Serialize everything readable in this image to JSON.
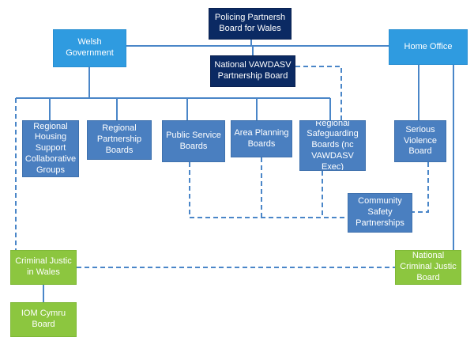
{
  "colors": {
    "navy": "#0b2a63",
    "sky_blue": "#2f9be0",
    "steel_blue": "#4a7fc0",
    "green": "#8cc63f",
    "line": "#4a86c8"
  },
  "nodes": {
    "policing": "Policing Partnersh\nBoard for Wales",
    "welsh_gov": "Welsh\nGovernment",
    "home_office": "Home Office",
    "vawdasv_national": "National VAWDASV\nPartnership Board",
    "rhsc": "Regional\nHousing\nSupport\nCollaborative\nGroups",
    "rpb": "Regional\nPartnership\nBoards",
    "psb": "Public Service\nBoards",
    "apb": "Area Planning\nBoards",
    "rsb": "Regional\nSafeguarding\nBoards (nc\nVAWDASV Exec)",
    "svb": "Serious\nViolence\nBoard",
    "csp": "Community\nSafety\nPartnerships",
    "cjw": "Criminal Justic\nin Wales",
    "ncjb": "National\nCriminal Justic\nBoard",
    "iom": "IOM Cymru\nBoard"
  }
}
